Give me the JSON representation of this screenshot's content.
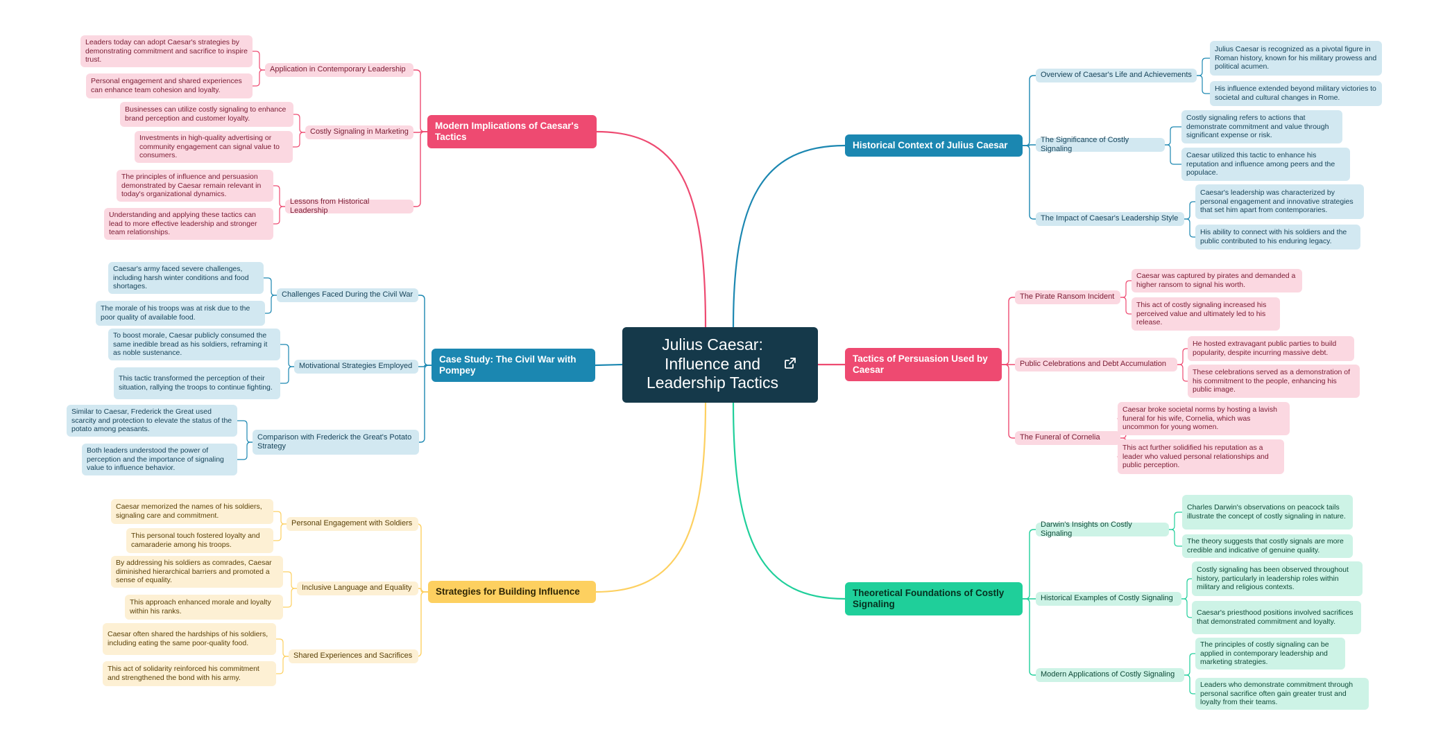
{
  "root": {
    "title": "Julius Caesar: Influence and Leadership Tactics",
    "icon": "external-link-icon"
  },
  "branches": [
    {
      "id": "modern",
      "label": "Modern Implications of Caesar's Tactics",
      "color": "#ee4a71",
      "subs": [
        {
          "label": "Application in Contemporary Leadership",
          "details": [
            "Leaders today can adopt Caesar's strategies by demonstrating commitment and sacrifice to inspire trust.",
            "Personal engagement and shared experiences can enhance team cohesion and loyalty."
          ]
        },
        {
          "label": "Costly Signaling in Marketing",
          "details": [
            "Businesses can utilize costly signaling to enhance brand perception and customer loyalty.",
            "Investments in high-quality advertising or community engagement can signal value to consumers."
          ]
        },
        {
          "label": "Lessons from Historical Leadership",
          "details": [
            "The principles of influence and persuasion demonstrated by Caesar remain relevant in today's organizational dynamics.",
            "Understanding and applying these tactics can lead to more effective leadership and stronger team relationships."
          ]
        }
      ]
    },
    {
      "id": "civilwar",
      "label": "Case Study: The Civil War with Pompey",
      "color": "#1b87b1",
      "subs": [
        {
          "label": "Challenges Faced During the Civil War",
          "details": [
            "Caesar's army faced severe challenges, including harsh winter conditions and food shortages.",
            "The morale of his troops was at risk due to the poor quality of available food."
          ]
        },
        {
          "label": "Motivational Strategies Employed",
          "details": [
            "To boost morale, Caesar publicly consumed the same inedible bread as his soldiers, reframing it as noble sustenance.",
            "This tactic transformed the perception of their situation, rallying the troops to continue fighting."
          ]
        },
        {
          "label": "Comparison with Frederick the Great's Potato Strategy",
          "details": [
            "Similar to Caesar, Frederick the Great used scarcity and protection to elevate the status of the potato among peasants.",
            "Both leaders understood the power of perception and the importance of signaling value to influence behavior."
          ]
        }
      ]
    },
    {
      "id": "strategies",
      "label": "Strategies for Building Influence",
      "color": "#fdd060",
      "subs": [
        {
          "label": "Personal Engagement with Soldiers",
          "details": [
            "Caesar memorized the names of his soldiers, signaling care and commitment.",
            "This personal touch fostered loyalty and camaraderie among his troops."
          ]
        },
        {
          "label": "Inclusive Language and Equality",
          "details": [
            "By addressing his soldiers as comrades, Caesar diminished hierarchical barriers and promoted a sense of equality.",
            "This approach enhanced morale and loyalty within his ranks."
          ]
        },
        {
          "label": "Shared Experiences and Sacrifices",
          "details": [
            "Caesar often shared the hardships of his soldiers, including eating the same poor-quality food.",
            "This act of solidarity reinforced his commitment and strengthened the bond with his army."
          ]
        }
      ]
    },
    {
      "id": "historical",
      "label": "Historical Context of Julius Caesar",
      "color": "#1b87b1",
      "subs": [
        {
          "label": "Overview of Caesar's Life and Achievements",
          "details": [
            "Julius Caesar is recognized as a pivotal figure in Roman history, known for his military prowess and political acumen.",
            "His influence extended beyond military victories to societal and cultural changes in Rome."
          ]
        },
        {
          "label": "The Significance of Costly Signaling",
          "details": [
            "Costly signaling refers to actions that demonstrate commitment and value through significant expense or risk.",
            "Caesar utilized this tactic to enhance his reputation and influence among peers and the populace."
          ]
        },
        {
          "label": "The Impact of Caesar's Leadership Style",
          "details": [
            "Caesar's leadership was characterized by personal engagement and innovative strategies that set him apart from contemporaries.",
            "His ability to connect with his soldiers and the public contributed to his enduring legacy."
          ]
        }
      ]
    },
    {
      "id": "tactics",
      "label": "Tactics of Persuasion Used by Caesar",
      "color": "#ee4a71",
      "subs": [
        {
          "label": "The Pirate Ransom Incident",
          "details": [
            "Caesar was captured by pirates and demanded a higher ransom to signal his worth.",
            "This act of costly signaling increased his perceived value and ultimately led to his release."
          ]
        },
        {
          "label": "Public Celebrations and Debt Accumulation",
          "details": [
            "He hosted extravagant public parties to build popularity, despite incurring massive debt.",
            "These celebrations served as a demonstration of his commitment to the people, enhancing his public image."
          ]
        },
        {
          "label": "The Funeral of Cornelia",
          "details": [
            "Caesar broke societal norms by hosting a lavish funeral for his wife, Cornelia, which was uncommon for young women.",
            "This act further solidified his reputation as a leader who valued personal relationships and public perception."
          ]
        }
      ]
    },
    {
      "id": "theory",
      "label": "Theoretical Foundations of Costly Signaling",
      "color": "#1fcf9a",
      "subs": [
        {
          "label": "Darwin's Insights on Costly Signaling",
          "details": [
            "Charles Darwin's observations on peacock tails illustrate the concept of costly signaling in nature.",
            "The theory suggests that costly signals are more credible and indicative of genuine quality."
          ]
        },
        {
          "label": "Historical Examples of Costly Signaling",
          "details": [
            "Costly signaling has been observed throughout history, particularly in leadership roles within military and religious contexts.",
            "Caesar's priesthood positions involved sacrifices that demonstrated commitment and loyalty."
          ]
        },
        {
          "label": "Modern Applications of Costly Signaling",
          "details": [
            "The principles of costly signaling can be applied in contemporary leadership and marketing strategies.",
            "Leaders who demonstrate commitment through personal sacrifice often gain greater trust and loyalty from their teams."
          ]
        }
      ]
    }
  ]
}
